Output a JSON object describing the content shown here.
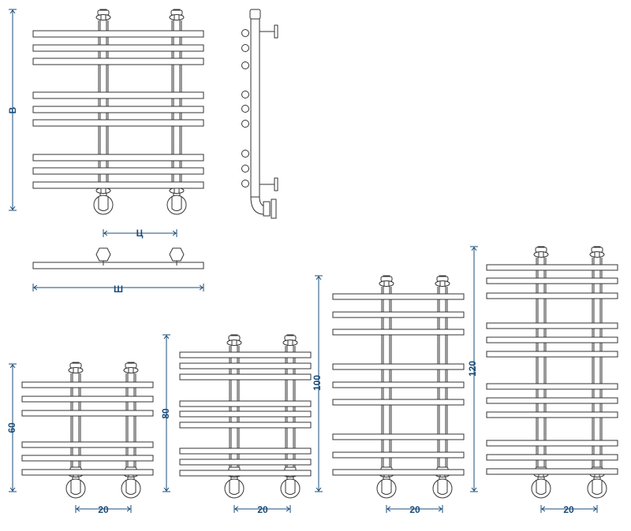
{
  "colors": {
    "line": "#333333",
    "dimension": "#1a4d7a",
    "background": "#ffffff"
  },
  "top_view": {
    "height_label": "В",
    "center_label": "Ц",
    "width_label": "Ш"
  },
  "variants": [
    {
      "height_label": "60",
      "center_label": "20"
    },
    {
      "height_label": "80",
      "center_label": "20"
    },
    {
      "height_label": "100",
      "center_label": "20"
    },
    {
      "height_label": "120",
      "center_label": "20"
    }
  ]
}
